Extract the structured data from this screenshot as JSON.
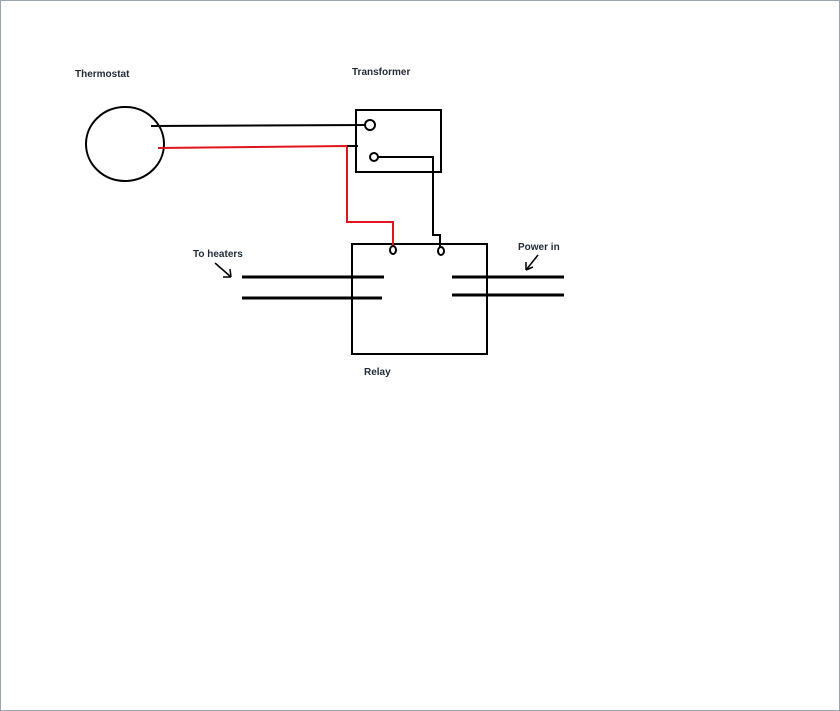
{
  "labels": {
    "thermostat": "Thermostat",
    "transformer": "Transformer",
    "relay": "Relay",
    "to_heaters": "To heaters",
    "power_in": "Power in"
  },
  "colors": {
    "background": "#ffffff",
    "border": "#9aa4b0",
    "black_wire": "#000000",
    "red_wire": "#e0141c",
    "label_text": "#1f2a36"
  }
}
